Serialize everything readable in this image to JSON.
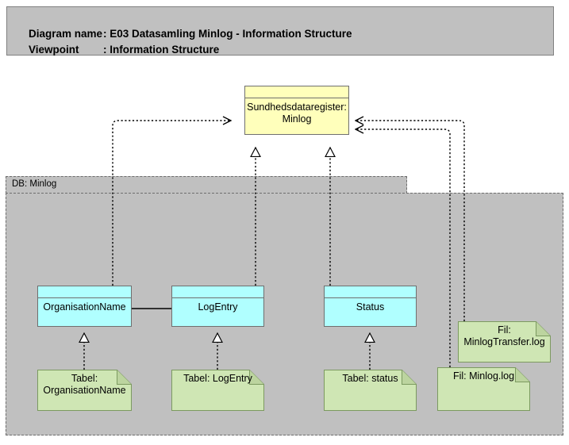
{
  "header": {
    "line1_label": "Diagram name",
    "line1_value": ": E03 Datasamling Minlog - Information Structure",
    "line2_label": "Viewpoint",
    "line2_value": ": Information Structure"
  },
  "grouping": {
    "label": "DB: Minlog"
  },
  "nodes": {
    "system": {
      "label": "Sundhedsdataregister: Minlog",
      "color": "#ffffbb"
    },
    "organisationname": {
      "label": "OrganisationName",
      "color": "#b0ffff"
    },
    "logentry": {
      "label": "LogEntry",
      "color": "#b0ffff"
    },
    "status": {
      "label": "Status",
      "color": "#b0ffff"
    },
    "tabel_organisationname": {
      "label": "Tabel: OrganisationName",
      "color": "#cfe6b4"
    },
    "tabel_logentry": {
      "label": "Tabel: LogEntry",
      "color": "#cfe6b4"
    },
    "tabel_status": {
      "label": "Tabel: status",
      "color": "#cfe6b4"
    },
    "fil_minlogtransfer": {
      "label": "Fil: MinlogTransfer.log",
      "color": "#cfe6b4"
    },
    "fil_minlog": {
      "label": "Fil: Minlog.log",
      "color": "#cfe6b4"
    }
  },
  "colors": {
    "background": "#ffffff",
    "banner": "#c0c0c0",
    "grouping": "#c0c0c0",
    "border": "#6f6f6f",
    "connector": "#000000"
  },
  "connectors": [
    {
      "from": "organisationname",
      "to": "system",
      "type": "dashed-open-arrow"
    },
    {
      "from": "fil_minlog",
      "to": "system",
      "type": "dashed-open-arrow"
    },
    {
      "from": "fil_minlogtransfer",
      "to": "system",
      "type": "dashed-open-arrow"
    },
    {
      "from": "logentry",
      "to": "system",
      "type": "dashed-hollow-triangle"
    },
    {
      "from": "status",
      "to": "system",
      "type": "dashed-hollow-triangle"
    },
    {
      "from": "tabel_organisationname",
      "to": "organisationname",
      "type": "dashed-hollow-triangle"
    },
    {
      "from": "tabel_logentry",
      "to": "logentry",
      "type": "dashed-hollow-triangle"
    },
    {
      "from": "tabel_status",
      "to": "status",
      "type": "dashed-hollow-triangle"
    },
    {
      "from": "organisationname",
      "to": "logentry",
      "type": "solid-association"
    }
  ]
}
